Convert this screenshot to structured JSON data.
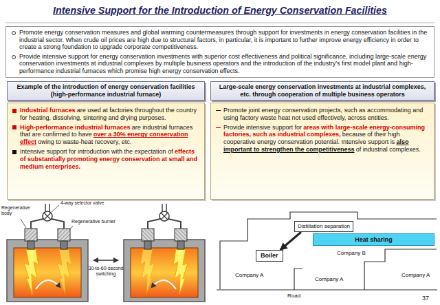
{
  "diagram": {
    "title": "Intensive Support for the Introduction of Energy Conservation Facilities",
    "nodes": [
      {
        "text": [
          "Promote energy conservation measures and global warming countermeasures through support for investments in energy conservation facilities in the industrial sector. When crude oil prices are high due to structural factors, in particular, it is important to further improve energy efficiency in order to create a strong foundation to upgrade corporate competitiveness.",
          "Provide intensive support for energy conservation investments with superior cost effectiveness and political significance, including large-scale energy conservation investments at industrial complexes by multiple business operators and the introduction of the industry’s first model plant and high-performance industrial furnaces which promise high energy conservation effects."
        ]
      },
      {
        "text": [
          "Example of the introduction of energy conservation facilities (high-performance industrial furnace)"
        ]
      },
      {
        "text": [
          "Industrial furnaces",
          "are used at factories throughout the country for heating, dissolving, sintering and drying purposes.",
          "High-performance industrial furnaces",
          "are industrial furnaces that are confirmed to have",
          "over a 30% energy conservation effect",
          "owing to waste-heat recovery, etc.",
          "Intensive support for introduction with the expectation of",
          "effects of substantially promoting energy conservation at small and medium enterprises."
        ]
      },
      {
        "text": [
          "Large-scale energy conservation investments at industrial complexes, etc. through cooperation of multiple business operators"
        ]
      },
      {
        "text": [
          "Promote joint energy conservation projects, such as accommodating and using factory waste heat not used effectively, across entities.",
          "Provide intensive support for",
          "areas with large-scale energy-consuming factories, such as industrial complexes,",
          "because of their high cooperative energy conservation potential. Intensive support is",
          "also important to strengthen the competitiveness",
          "of industrial complexes."
        ]
      },
      {
        "text": [
          "Distillation separation"
        ]
      },
      {
        "text": [
          "Heat sharing"
        ]
      },
      {
        "text": [
          "Boiler"
        ]
      }
    ],
    "edges": [
      {
        "from": 5,
        "to": 7,
        "arrow": "to"
      }
    ],
    "labels": [
      "4-way selector valve",
      "Regenerative body",
      "Regenerative burner",
      "30-to-60-second switching",
      "Company B",
      "Company A",
      "Company A",
      "Company A",
      "Road",
      "37"
    ]
  }
}
